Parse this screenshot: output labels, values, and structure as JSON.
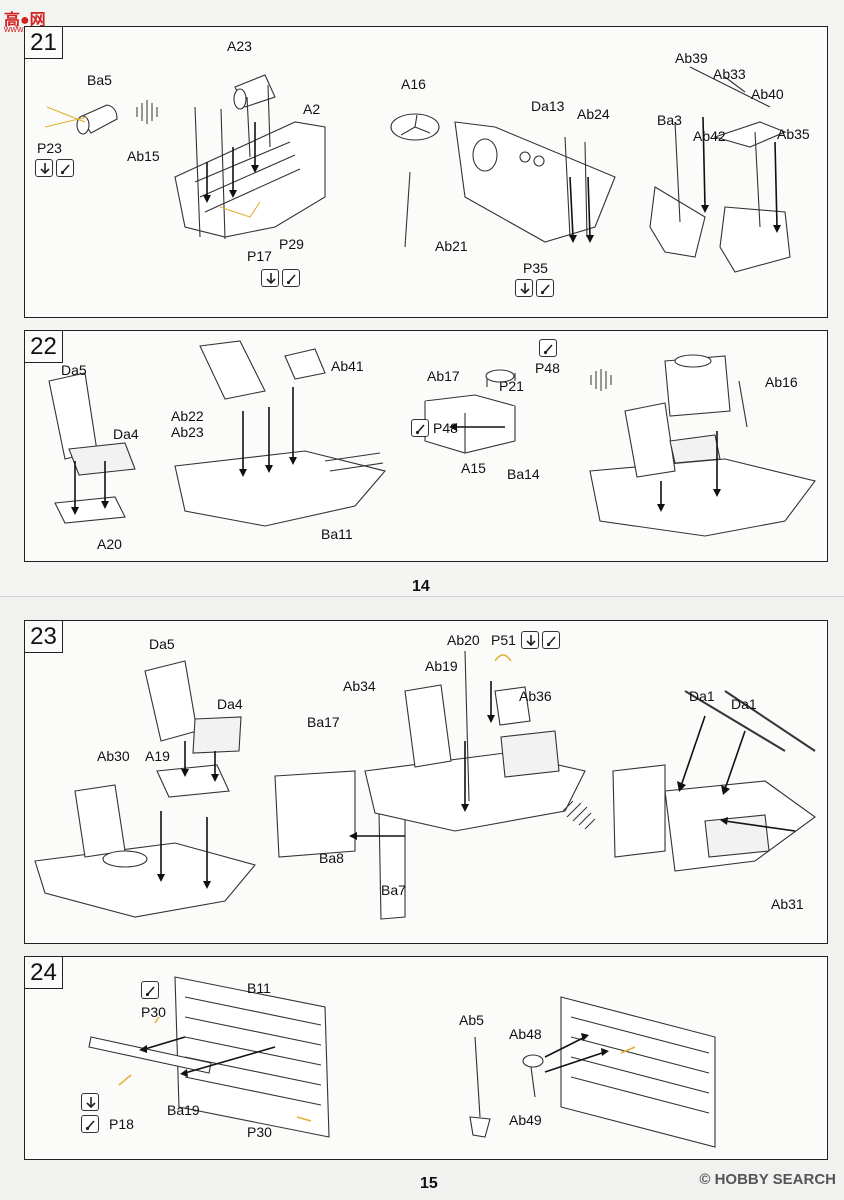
{
  "watermark": {
    "top_left": "高●网",
    "top_left_sub": "www.moshou.com",
    "bottom_right": "© HOBBY SEARCH"
  },
  "pages": {
    "top_page_number": "14",
    "bottom_page_number": "15"
  },
  "steps": {
    "s21": {
      "number": "21",
      "labels": {
        "ba5": "Ba5",
        "p23": "P23",
        "ab15": "Ab15",
        "a23": "A23",
        "a2": "A2",
        "p17": "P17",
        "p29": "P29",
        "a16": "A16",
        "ab21": "Ab21",
        "da13": "Da13",
        "ab24": "Ab24",
        "p35": "P35",
        "ab39": "Ab39",
        "ab33": "Ab33",
        "ab40": "Ab40",
        "ba3": "Ba3",
        "ab42": "Ab42",
        "ab35": "Ab35"
      }
    },
    "s22": {
      "number": "22",
      "labels": {
        "da5": "Da5",
        "da4": "Da4",
        "a20": "A20",
        "ab22": "Ab22",
        "ab23": "Ab23",
        "ab41": "Ab41",
        "ba11": "Ba11",
        "ab17": "Ab17",
        "p21": "P21",
        "p48a": "P48",
        "p48b": "P48",
        "a15": "A15",
        "ba14": "Ba14",
        "ab16": "Ab16"
      }
    },
    "s23": {
      "number": "23",
      "labels": {
        "da5": "Da5",
        "da4": "Da4",
        "ab30": "Ab30",
        "a19": "A19",
        "ab34": "Ab34",
        "ba17": "Ba17",
        "ba8": "Ba8",
        "ba7": "Ba7",
        "ab20": "Ab20",
        "p51": "P51",
        "ab19": "Ab19",
        "ab36": "Ab36",
        "da1a": "Da1",
        "da1b": "Da1",
        "ab31": "Ab31"
      }
    },
    "s24": {
      "number": "24",
      "labels": {
        "b11": "B11",
        "p30a": "P30",
        "p18": "P18",
        "ba19": "Ba19",
        "p30b": "P30",
        "ab5": "Ab5",
        "ab48": "Ab48",
        "ab49": "Ab49"
      }
    }
  }
}
